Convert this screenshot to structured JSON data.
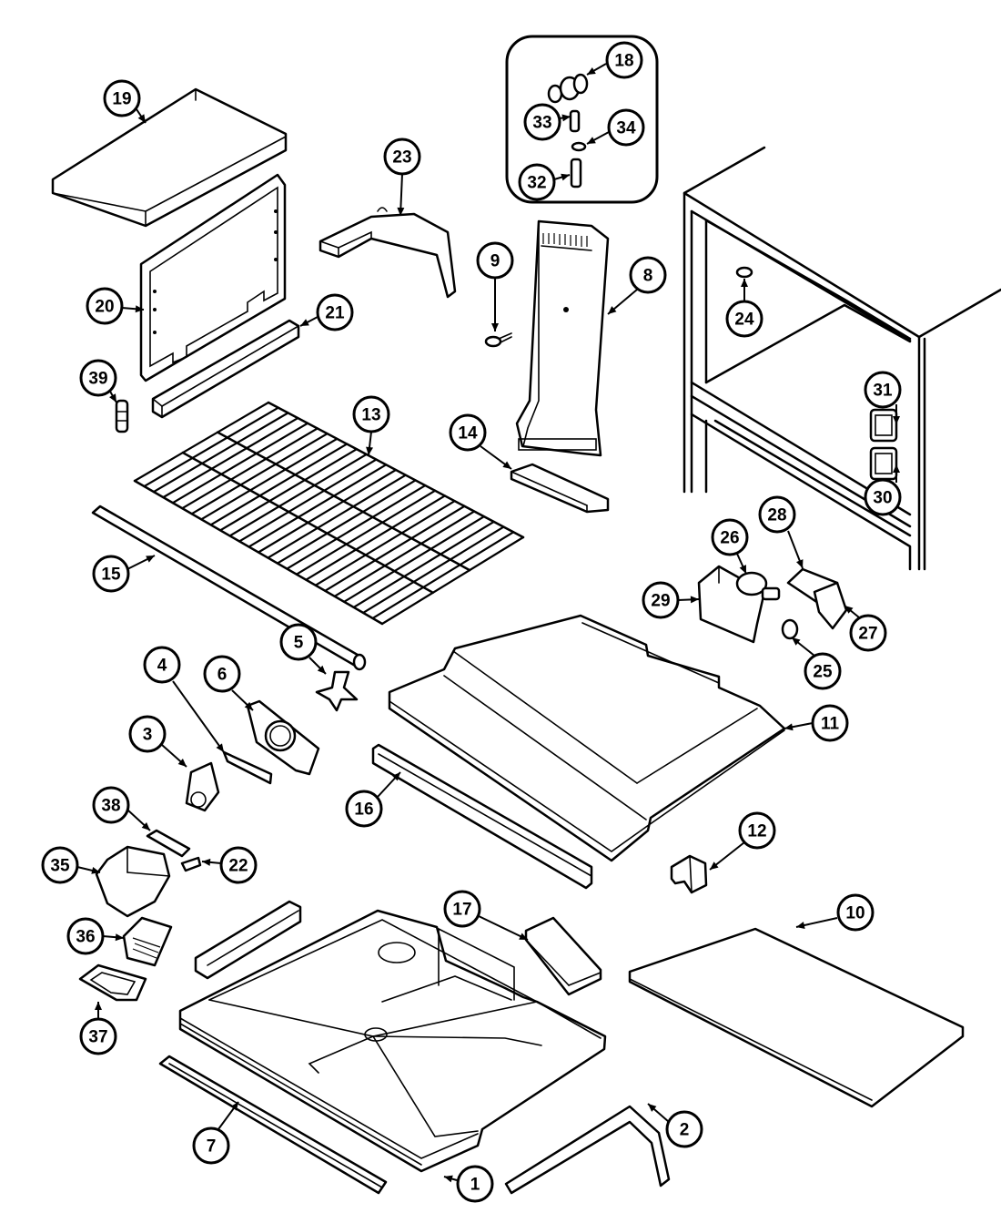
{
  "diagram": {
    "callouts": [
      {
        "label": "1",
        "id": "c1"
      },
      {
        "label": "2",
        "id": "c2"
      },
      {
        "label": "3",
        "id": "c3"
      },
      {
        "label": "4",
        "id": "c4"
      },
      {
        "label": "5",
        "id": "c5"
      },
      {
        "label": "6",
        "id": "c6"
      },
      {
        "label": "7",
        "id": "c7"
      },
      {
        "label": "8",
        "id": "c8"
      },
      {
        "label": "9",
        "id": "c9"
      },
      {
        "label": "10",
        "id": "c10"
      },
      {
        "label": "11",
        "id": "c11"
      },
      {
        "label": "12",
        "id": "c12"
      },
      {
        "label": "13",
        "id": "c13"
      },
      {
        "label": "14",
        "id": "c14"
      },
      {
        "label": "15",
        "id": "c15"
      },
      {
        "label": "16",
        "id": "c16"
      },
      {
        "label": "17",
        "id": "c17"
      },
      {
        "label": "18",
        "id": "c18"
      },
      {
        "label": "19",
        "id": "c19"
      },
      {
        "label": "20",
        "id": "c20"
      },
      {
        "label": "21",
        "id": "c21"
      },
      {
        "label": "22",
        "id": "c22"
      },
      {
        "label": "23",
        "id": "c23"
      },
      {
        "label": "24",
        "id": "c24"
      },
      {
        "label": "25",
        "id": "c25"
      },
      {
        "label": "26",
        "id": "c26"
      },
      {
        "label": "27",
        "id": "c27"
      },
      {
        "label": "28",
        "id": "c28"
      },
      {
        "label": "29",
        "id": "c29"
      },
      {
        "label": "30",
        "id": "c30"
      },
      {
        "label": "31",
        "id": "c31"
      },
      {
        "label": "32",
        "id": "c32"
      },
      {
        "label": "33",
        "id": "c33"
      },
      {
        "label": "34",
        "id": "c34"
      },
      {
        "label": "35",
        "id": "c35"
      },
      {
        "label": "36",
        "id": "c36"
      },
      {
        "label": "37",
        "id": "c37"
      },
      {
        "label": "38",
        "id": "c38"
      },
      {
        "label": "39",
        "id": "c39"
      }
    ],
    "line_color": "#000000",
    "background_color": "#ffffff"
  }
}
